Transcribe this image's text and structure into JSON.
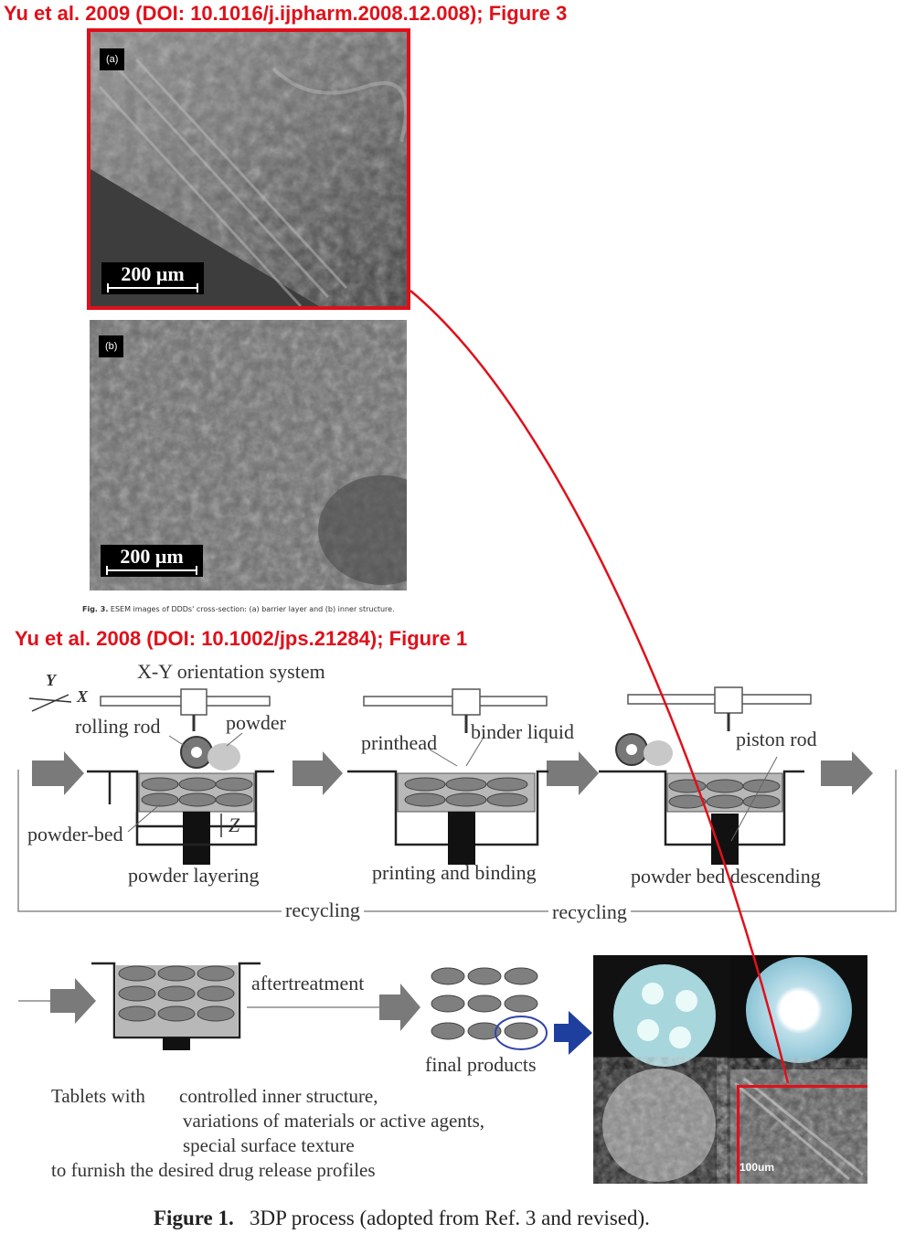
{
  "headers": {
    "top": "Yu et al. 2009 (DOI: 10.1016/j.ijpharm.2008.12.008); Figure 3",
    "middle": "Yu et al. 2008 (DOI: 10.1002/jps.21284); Figure 1"
  },
  "fig3": {
    "panel_a_tag": "(a)",
    "panel_b_tag": "(b)",
    "scale_a": "200 μm",
    "scale_b": "200 μm",
    "caption_label": "Fig. 3.",
    "caption_text": "ESEM images of DDDs' cross-section: (a) barrier layer and (b) inner structure."
  },
  "fig1": {
    "axis_y": "Y",
    "axis_x": "X",
    "xy_system": "X-Y orientation system",
    "rolling_rod": "rolling rod",
    "powder": "powder",
    "printhead": "printhead",
    "binder_liquid": "binder liquid",
    "piston_rod": "piston  rod",
    "powder_bed": "powder-bed",
    "z_label": "Z",
    "step1": "powder layering",
    "step2": "printing and binding",
    "step3": "powder bed descending",
    "recycling1": "recycling",
    "recycling2": "recycling",
    "aftertreatment": "aftertreatment",
    "final_products": "final products",
    "tablets_with": "Tablets with",
    "list": [
      "controlled inner structure,",
      "variations of materials or active agents,",
      "special surface texture",
      "to furnish the desired drug release profiles"
    ],
    "photo_scale": "100um",
    "caption_label": "Figure 1.",
    "caption_text": "3DP process (adopted from Ref. 3 and revised)."
  },
  "colors": {
    "highlight": "#e0101a",
    "arrow_gray": "#7a7a7a",
    "arrow_blue": "#1f3f9f"
  }
}
